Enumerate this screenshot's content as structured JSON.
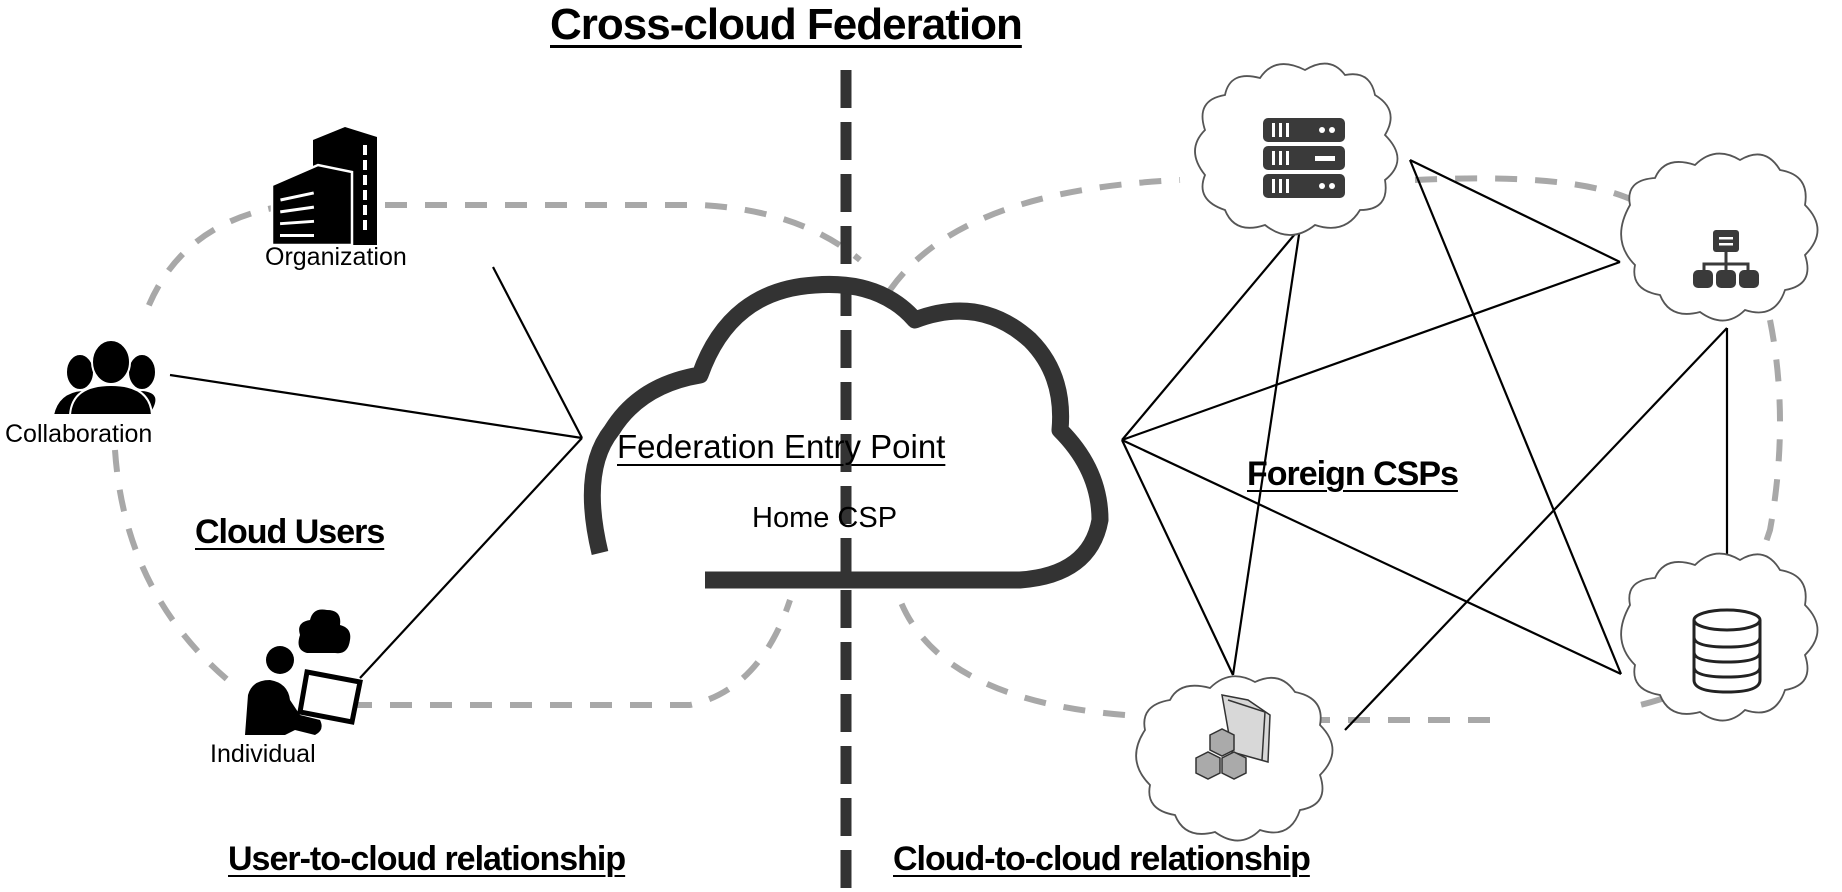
{
  "title": "Cross-cloud Federation",
  "left_panel": {
    "group_label": "Cloud Users",
    "relationship_label": "User-to-cloud relationship",
    "users": [
      {
        "label": "Organization",
        "icon": "building-icon"
      },
      {
        "label": "Collaboration",
        "icon": "group-icon"
      },
      {
        "label": "Individual",
        "icon": "person-laptop-cloud-icon"
      }
    ]
  },
  "center": {
    "label": "Federation Entry Point",
    "sublabel": "Home CSP",
    "icon": "cloud-icon"
  },
  "right_panel": {
    "group_label": "Foreign CSPs",
    "relationship_label": "Cloud-to-cloud relationship",
    "csps": [
      {
        "id": "server",
        "icon": "server-rack-icon"
      },
      {
        "id": "network",
        "icon": "network-hierarchy-icon"
      },
      {
        "id": "database",
        "icon": "database-icon"
      },
      {
        "id": "packages",
        "icon": "folder-packages-icon"
      }
    ]
  },
  "colors": {
    "line": "#000000",
    "dashed_boundary": "#a8a8a8",
    "divider": "#333333",
    "home_cloud_stroke": "#333333",
    "icon_dark": "#3a3a3a"
  }
}
